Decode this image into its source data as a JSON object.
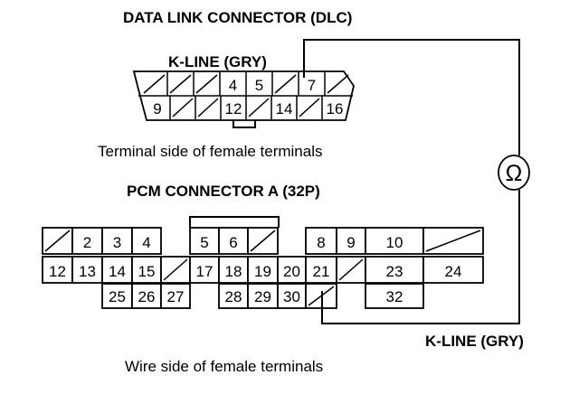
{
  "dlc": {
    "title": "DATA LINK CONNECTOR (DLC)",
    "wire_label": "K-LINE (GRY)",
    "top_row": [
      "",
      "",
      "",
      "4",
      "5",
      "",
      "7",
      ""
    ],
    "bottom_row": [
      "9",
      "",
      "",
      "12",
      "",
      "14",
      "",
      "16"
    ],
    "caption": "Terminal side of female terminals"
  },
  "meter_symbol": "Ω",
  "pcm": {
    "title": "PCM CONNECTOR A (32P)",
    "row1": [
      "",
      "2",
      "3",
      "4",
      "5",
      "6",
      "",
      "8",
      "9",
      "10",
      ""
    ],
    "row2": [
      "12",
      "13",
      "14",
      "15",
      "",
      "17",
      "18",
      "19",
      "20",
      "21",
      "",
      "23",
      "24"
    ],
    "row3": [
      "25",
      "26",
      "27",
      "28",
      "29",
      "30",
      "",
      "32"
    ],
    "wire_label": "K-LINE (GRY)",
    "caption": "Wire side of female terminals"
  }
}
